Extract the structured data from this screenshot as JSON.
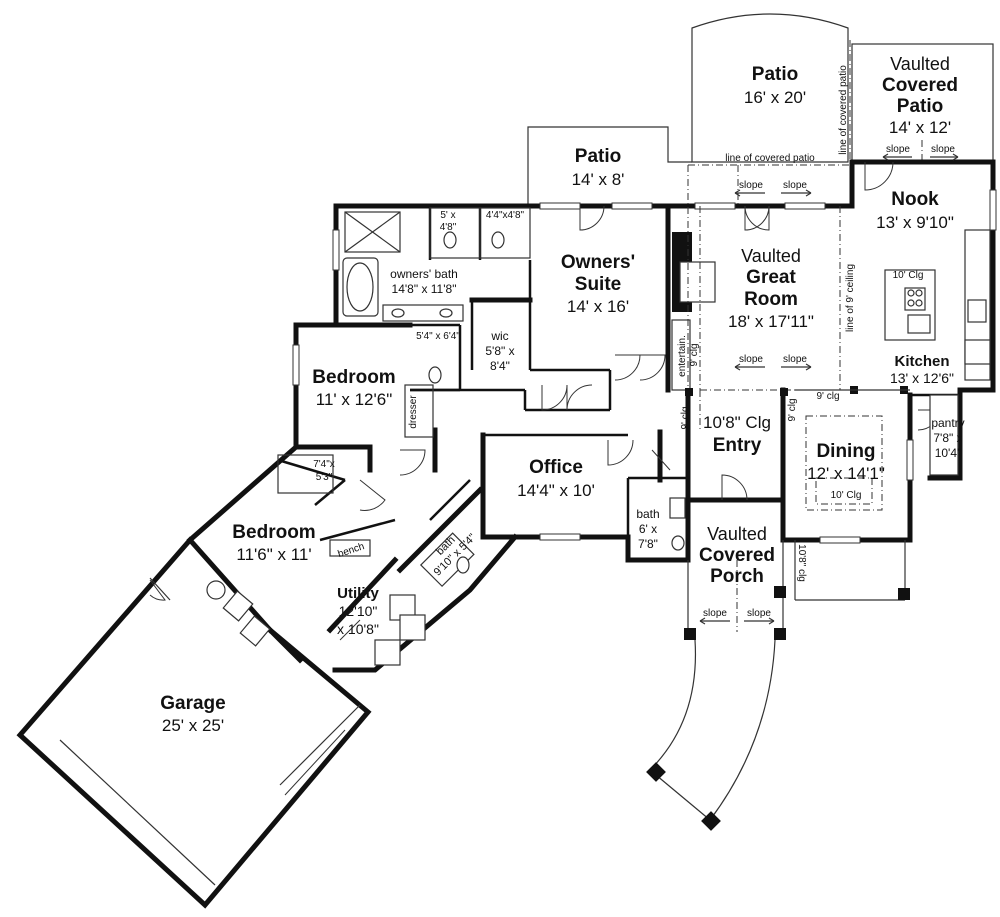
{
  "rooms": {
    "patio_rear": {
      "name": "Patio",
      "dim": "16' x 20'"
    },
    "covered_patio": {
      "line1": "Vaulted",
      "line2": "Covered",
      "line3": "Patio",
      "dim": "14' x 12'"
    },
    "patio_suite": {
      "name": "Patio",
      "dim": "14' x 8'"
    },
    "owners_suite": {
      "line1": "Owners'",
      "line2": "Suite",
      "dim": "14' x 16'"
    },
    "owners_bath": {
      "name": "owners' bath",
      "dim": "14'8\" x 11'8\""
    },
    "wic": {
      "name": "wic",
      "dim1": "5'8\" x",
      "dim2": "8'4\""
    },
    "great_room": {
      "line1": "Vaulted",
      "line2": "Great",
      "line3": "Room",
      "dim": "18' x 17'11\""
    },
    "nook": {
      "name": "Nook",
      "dim": "13' x 9'10\""
    },
    "kitchen": {
      "name": "Kitchen",
      "dim": "13' x 12'6\""
    },
    "pantry": {
      "name": "pantry",
      "dim1": "7'8\" x",
      "dim2": "10'4\""
    },
    "dining": {
      "name": "Dining",
      "dim": "12' x 14'1\""
    },
    "entry": {
      "name": "Entry",
      "clg": "10'8\" Clg"
    },
    "porch": {
      "line1": "Vaulted",
      "line2": "Covered",
      "line3": "Porch"
    },
    "office": {
      "name": "Office",
      "dim": "14'4\" x 10'"
    },
    "bath_office": {
      "name": "bath",
      "dim1": "6' x",
      "dim2": "7'8\""
    },
    "bedroom1": {
      "name": "Bedroom",
      "dim": "11' x 12'6\""
    },
    "bedroom2": {
      "name": "Bedroom",
      "dim": "11'6\" x 11'"
    },
    "utility": {
      "name": "Utility",
      "dim1": "12'10\"",
      "dim2": "x 10'8\""
    },
    "bath_hall": {
      "name": "bath",
      "dim": "9'10\" x 5'4\""
    },
    "garage": {
      "name": "Garage",
      "dim": "25' x 25'"
    }
  },
  "notes": {
    "closet_5x48": {
      "l1": "5' x",
      "l2": "4'8\""
    },
    "closet_44x48": "4'4\"x4'8\"",
    "closet_54x64": "5'4\" x 6'4\"",
    "closet_74x53": {
      "l1": "7'4\"x",
      "l2": "5'3\""
    },
    "dresser": "dresser",
    "bench": "bench",
    "entertain": "entertain.",
    "line_covered_patio": "line of covered patio",
    "line_covered_patio_v": "line of covered patio",
    "line_9_ceiling": "line of 9' ceiling",
    "clg_9_a": "9' clg",
    "clg_9_b": "9' clg",
    "clg_9_c": "9' clg",
    "clg_9_d": "9' clg",
    "clg_10_kitchen": "10' Clg",
    "clg_10_dining": "10' Clg",
    "clg_108_porch": "10'8\" clg",
    "slope": "slope"
  }
}
